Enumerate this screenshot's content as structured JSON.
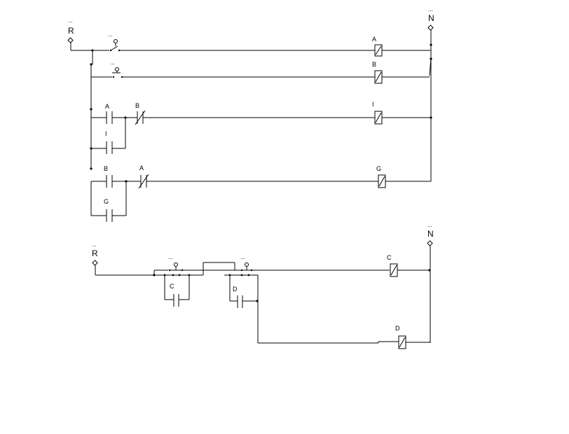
{
  "circuit_top": {
    "supply_left": {
      "label": "R",
      "tag": "..."
    },
    "supply_right": {
      "label": "N",
      "tag": "..."
    },
    "rungs": [
      {
        "switch_tag": "...",
        "coil": "A"
      },
      {
        "switch_tag": "...",
        "coil": "B"
      },
      {
        "contact_no": "A",
        "contact_nc": "B",
        "hold_contact": "I",
        "coil": "I"
      },
      {
        "contact_no": "B",
        "contact_nc": "A",
        "hold_contact": "G",
        "coil": "G"
      }
    ]
  },
  "circuit_bottom": {
    "supply_left": {
      "label": "R",
      "tag": "..."
    },
    "supply_right": {
      "label": "N",
      "tag": "..."
    },
    "pushbutton_1_tag": "...",
    "pushbutton_2_tag": "...",
    "hold_contact_1": "C",
    "hold_contact_2": "D",
    "coil_1": "C",
    "coil_2": "D"
  }
}
